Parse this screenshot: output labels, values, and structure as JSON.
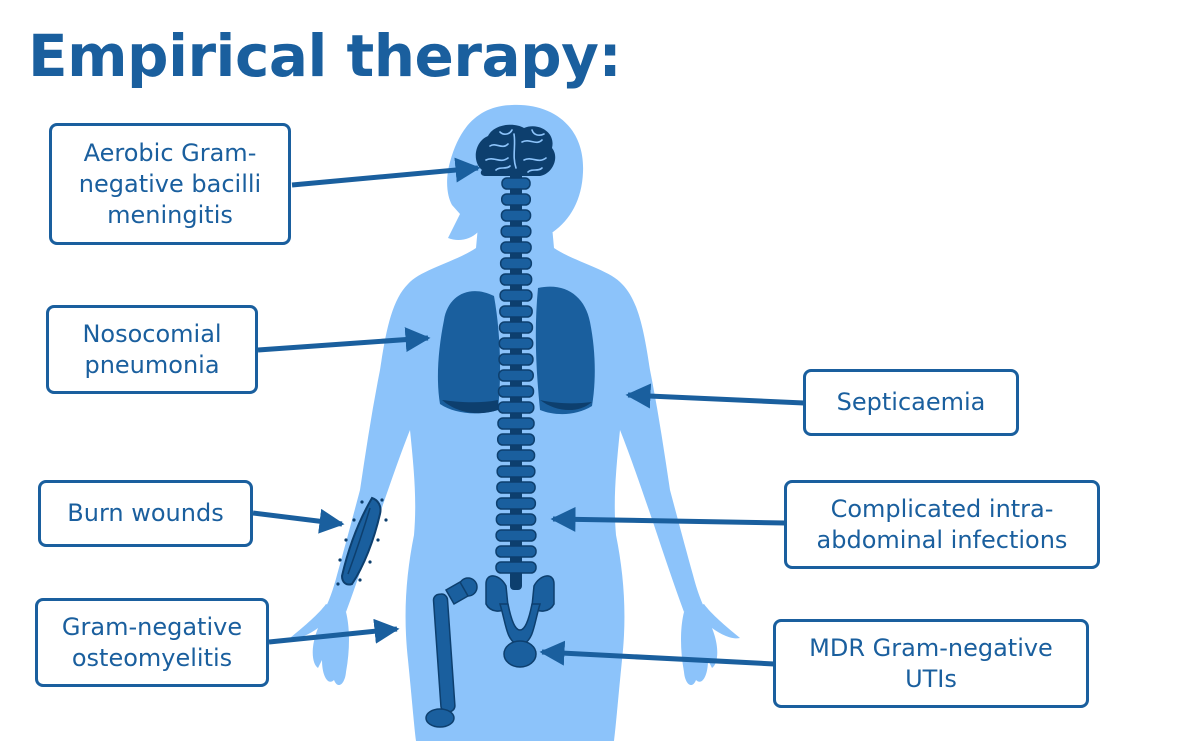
{
  "title": "Empirical therapy:",
  "colors": {
    "body": "#8cc3fa",
    "organ": "#1a5f9e",
    "organ_dark": "#0d3f6e",
    "text": "#1a5f9e"
  },
  "labels": {
    "meningitis": [
      "Aerobic Gram-",
      "negative bacilli",
      "meningitis"
    ],
    "pneumonia": [
      "Nosocomial",
      "pneumonia"
    ],
    "septicaemia": [
      "Septicaemia"
    ],
    "burn_wounds": [
      "Burn wounds"
    ],
    "intra_abdominal": [
      "Complicated intra-",
      "abdominal infections"
    ],
    "osteomyelitis": [
      "Gram-negative",
      "osteomyelitis"
    ],
    "utis": [
      "MDR Gram-negative",
      "UTIs"
    ]
  }
}
